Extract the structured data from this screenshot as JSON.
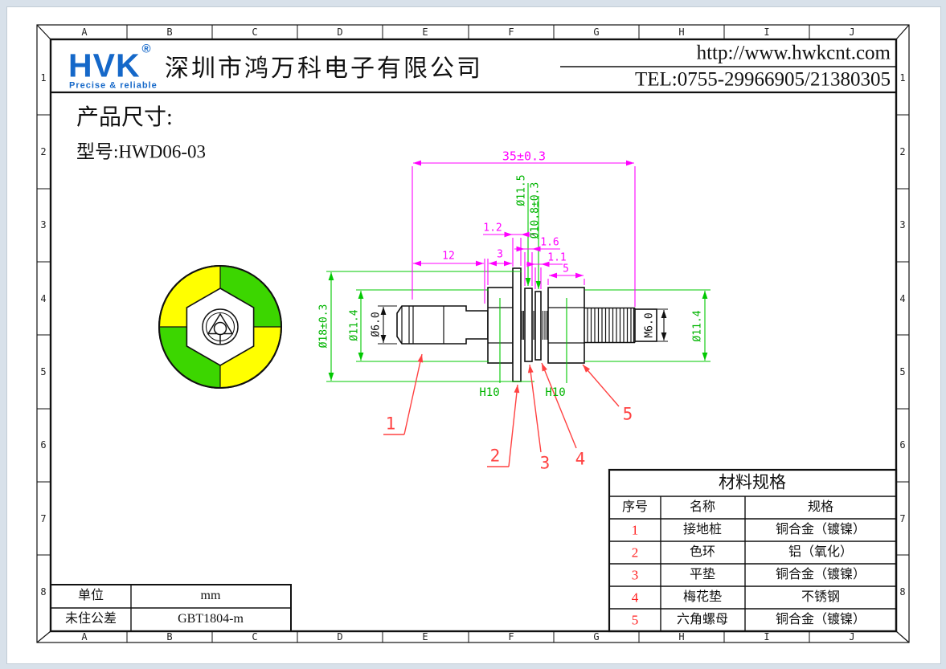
{
  "header": {
    "logo": {
      "text": "HVK",
      "reg": "®",
      "tagline": "Precise & reliable"
    },
    "company": "深圳市鸿万科电子有限公司",
    "website": "http://www.hwkcnt.com",
    "tel": "TEL:0755-29966905/21380305"
  },
  "product": {
    "size_label": "产品尺寸:",
    "model": "型号:HWD06-03"
  },
  "grid": {
    "cols": [
      "A",
      "B",
      "C",
      "D",
      "E",
      "F",
      "G",
      "H",
      "I",
      "J"
    ],
    "rows": [
      "1",
      "2",
      "3",
      "4",
      "5",
      "6",
      "7",
      "8"
    ]
  },
  "dims": {
    "overall": "35±0.3",
    "pin_len": "12",
    "hex_w": "3",
    "ring_t": "1.2",
    "washer_t": "1.6",
    "star_t": "1.1",
    "nut_t": "5",
    "ring_d": "Ø18±0.3",
    "left_d": "Ø11.4",
    "pin_d": "Ø6.0",
    "washer_d": "Ø11.5",
    "star_d": "Ø10.8±0.3",
    "hex_af_1": "H10",
    "hex_af_2": "H10",
    "thread": "M6.0",
    "right_d": "Ø11.4"
  },
  "callouts": [
    "1",
    "2",
    "3",
    "4",
    "5"
  ],
  "units": {
    "rows": [
      [
        "单位",
        "mm"
      ],
      [
        "未住公差",
        "GBT1804-m"
      ]
    ]
  },
  "material": {
    "title": "材料规格",
    "headers": [
      "序号",
      "名称",
      "规格"
    ],
    "rows": [
      [
        "1",
        "接地桩",
        "铜合金（镀镍）"
      ],
      [
        "2",
        "色环",
        "铝（氧化）"
      ],
      [
        "3",
        "平垫",
        "铜合金（镀镍）"
      ],
      [
        "4",
        "梅花垫",
        "不锈钢"
      ],
      [
        "5",
        "六角螺母",
        "铜合金（镀镍）"
      ]
    ]
  },
  "colors": {
    "dim_magenta": "#FF00FF",
    "dim_green": "#00C800",
    "callout_red": "#FF4242",
    "table_num_red": "#FF1F1F",
    "brand_blue": "#1568C9",
    "ring_yellow": "#FFFF00",
    "ring_green": "#3CD600"
  }
}
